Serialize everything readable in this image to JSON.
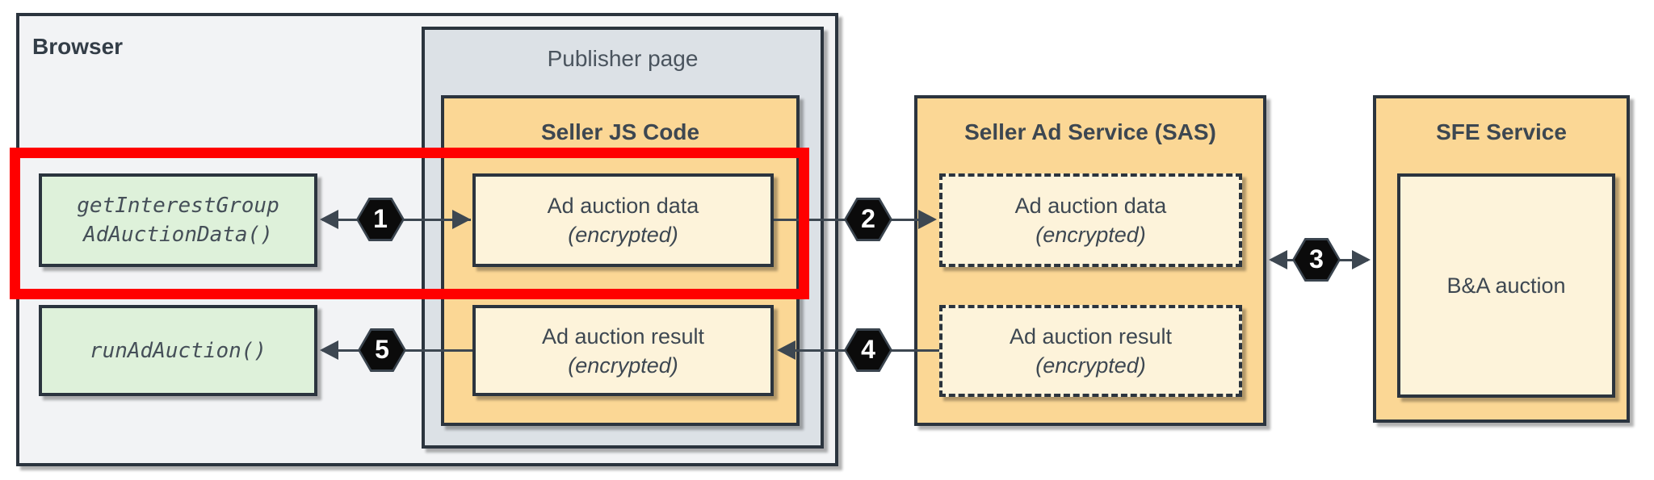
{
  "browser": {
    "label": "Browser"
  },
  "publisher": {
    "label": "Publisher page"
  },
  "seller_js": {
    "title": "Seller JS Code",
    "data_box": {
      "title": "Ad auction data",
      "subtitle": "(encrypted)"
    },
    "result_box": {
      "title": "Ad auction result",
      "subtitle": "(encrypted)"
    }
  },
  "browser_api": {
    "get_data_fn": {
      "line1": "getInterestGroup",
      "line2": "AdAuctionData()"
    },
    "run_auction_fn": {
      "label": "runAdAuction()"
    }
  },
  "sas": {
    "title": "Seller Ad Service (SAS)",
    "data_box": {
      "title": "Ad auction data",
      "subtitle": "(encrypted)"
    },
    "result_box": {
      "title": "Ad auction result",
      "subtitle": "(encrypted)"
    }
  },
  "sfe": {
    "title": "SFE Service",
    "auction_box": {
      "label": "B&A auction"
    }
  },
  "steps": {
    "s1": "1",
    "s2": "2",
    "s3": "3",
    "s4": "4",
    "s5": "5"
  },
  "colors": {
    "browser_fill": "#f2f3f5",
    "publisher_fill": "#dce1e6",
    "service_fill": "#fbd795",
    "inner_fill": "#fdf3da",
    "api_fill": "#def1da",
    "border": "#2b343e",
    "text": "#3d4751",
    "highlight": "#ff0000",
    "step_badge_fill": "#0b0b0b",
    "step_badge_text": "#ffffff"
  }
}
